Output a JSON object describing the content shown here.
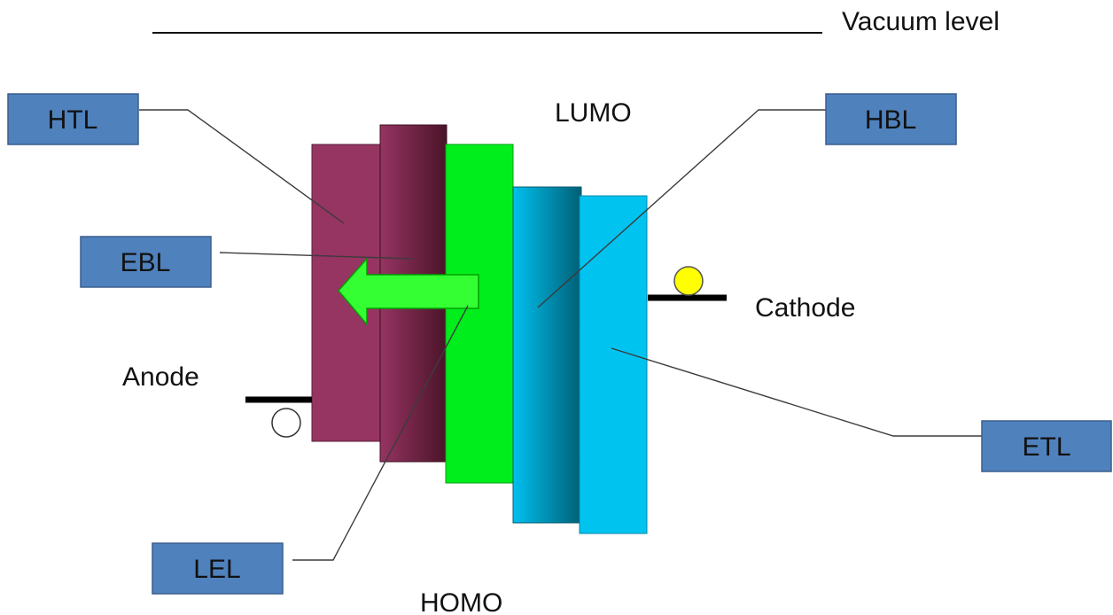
{
  "labels": {
    "vacuum_level": "Vacuum level",
    "lumo": "LUMO",
    "homo": "HOMO",
    "anode": "Anode",
    "cathode": "Cathode"
  },
  "boxes": {
    "htl": "HTL",
    "ebl": "EBL",
    "lel": "LEL",
    "hbl": "HBL",
    "etl": "ETL"
  },
  "colors": {
    "box_fill": "#4f81bd",
    "htl_layer": "#963462",
    "ebl_layer": "#7a2a4c",
    "lel_layer": "#00ee1c",
    "hbl_layer": "#00b4e0",
    "etl_layer": "#00c3f0",
    "arrow": "#33ff33",
    "cathode_particle": "#ffff00",
    "anode_particle": "#ffffff"
  }
}
